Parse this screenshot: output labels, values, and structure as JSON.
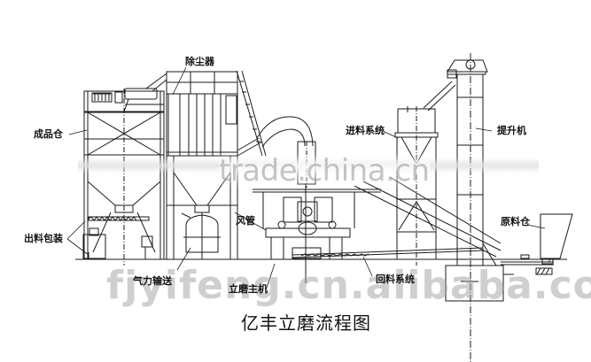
{
  "diagram": {
    "title": "亿丰立磨流程图",
    "type": "process-flow / equipment layout line drawing",
    "labels": {
      "dust_collector": "除尘器",
      "product_silo": "成品仓",
      "feeding_system": "进料系统",
      "bucket_elevator": "提升机",
      "air_duct": "风管",
      "discharge_packing": "出料包装",
      "raw_material_silo": "原料仓",
      "pneumatic_conveying": "气力输送",
      "vertical_mill_main": "立磨主机",
      "return_material_system": "回料系统"
    },
    "watermarks": {
      "top": "trade.china.cn",
      "bottom": "fjyifeng.cn.alibaba.com"
    },
    "colors": {
      "line": "#1a1a1a",
      "background": "#ffffff",
      "watermark": "#9a9a9a"
    }
  }
}
